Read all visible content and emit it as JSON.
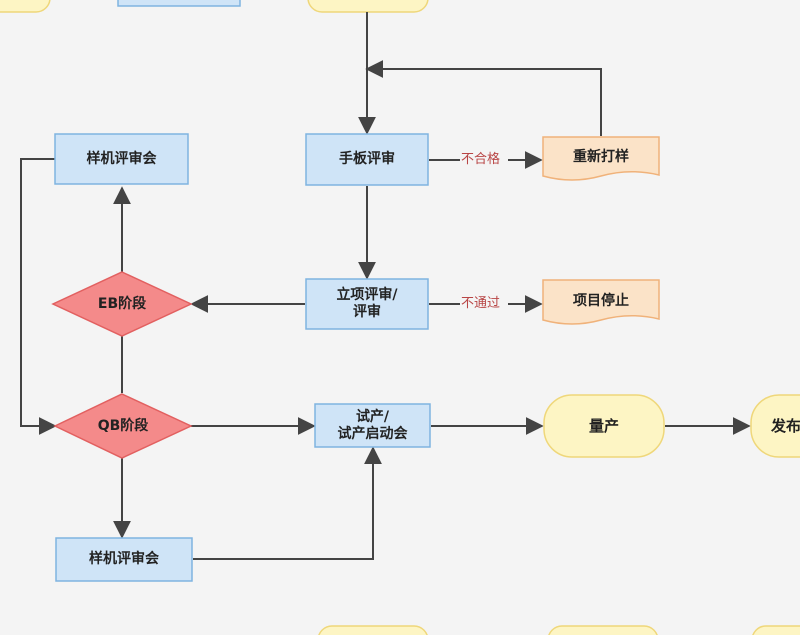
{
  "nodes": {
    "sample_review_top": "样机评审会",
    "handboard_review": "手板评审",
    "reproof": "重新打样",
    "eb_stage": "EB阶段",
    "project_review": "立项评审/\n评审",
    "project_stop": "项目停止",
    "qb_stage": "QB阶段",
    "trial_production": "试产/\n试产启动会",
    "mass_production": "量产",
    "release": "发布",
    "sample_review_bottom": "样机评审会"
  },
  "edges": {
    "unqualified": "不合格",
    "rejected": "不通过"
  },
  "colors": {
    "process_fill": "#cfe4f7",
    "process_border": "#7fb3e0",
    "decision_fill": "#f48a8a",
    "decision_border": "#e26060",
    "document_fill": "#fbe3c8",
    "document_border": "#f0b27a",
    "terminal_fill": "#fdf5c4",
    "terminal_border": "#efd77a",
    "edge_color": "#444444",
    "edge_label_color": "#b84545"
  }
}
